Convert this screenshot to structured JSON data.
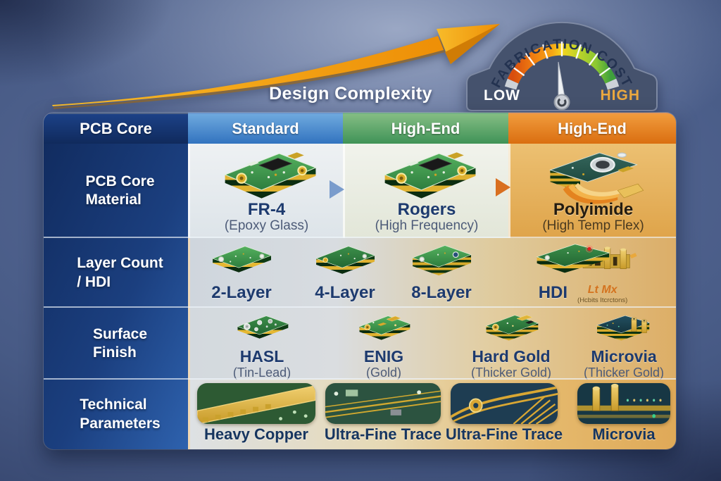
{
  "top": {
    "arrow_label": "Design Complexity",
    "gauge": {
      "title": "FABRICATION COST",
      "left_label": "LOW",
      "right_label": "HIGH",
      "body_color": "#45526d",
      "arc_colors": [
        "#d84e0e",
        "#f6a614",
        "#f6d41f",
        "#8cc832",
        "#3fa03c"
      ]
    }
  },
  "table": {
    "header": [
      {
        "label": "PCB Core",
        "color": "#14306b"
      },
      {
        "label": "Standard",
        "color": "#3e7ec6"
      },
      {
        "label": "High-End",
        "color": "#4f9e5f"
      },
      {
        "label": "High-End",
        "color": "#e2751d"
      }
    ],
    "rows": [
      {
        "label": "PCB Core\nMaterial",
        "cells": [
          {
            "title": "FR-4",
            "subtitle": "(Epoxy Glass)"
          },
          {
            "title": "Rogers",
            "subtitle": "(High Frequency)"
          },
          {
            "title": "Polyimide",
            "subtitle": "(High Temp Flex)"
          }
        ]
      },
      {
        "label": "Layer Count\n/ HDI",
        "cells": [
          {
            "title": "2-Layer"
          },
          {
            "title": "4-Layer"
          },
          {
            "title": "8-Layer"
          },
          {
            "title": "HDI",
            "annotation": "Lt Mx",
            "annotation_sub": "(Hcbits Itcrctons)"
          }
        ]
      },
      {
        "label": "Surface\nFinish",
        "cells": [
          {
            "title": "HASL",
            "subtitle": "(Tin-Lead)"
          },
          {
            "title": "ENIG",
            "subtitle": "(Gold)"
          },
          {
            "title": "Hard Gold",
            "subtitle": "(Thicker Gold)"
          },
          {
            "title": "Microvia",
            "subtitle": "(Thicker Gold)"
          }
        ]
      },
      {
        "label": "Technical\nParameters",
        "cells": [
          {
            "title": "Heavy Copper"
          },
          {
            "title": "Ultra-Fine Trace"
          },
          {
            "title": "Ultra-Fine Trace"
          },
          {
            "title": "Microvia"
          }
        ]
      }
    ]
  }
}
